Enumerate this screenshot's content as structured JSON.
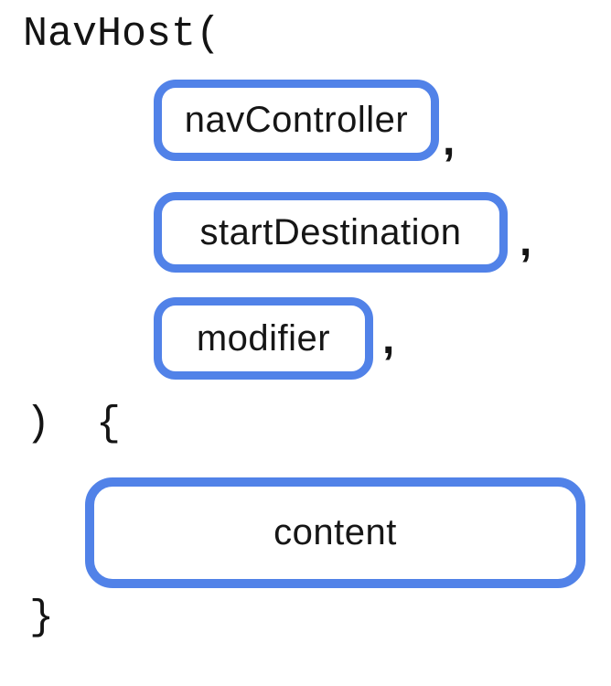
{
  "diagram": {
    "function_open": "NavHost(",
    "params": [
      {
        "label": "navController",
        "separator": ","
      },
      {
        "label": "startDestination",
        "separator": ","
      },
      {
        "label": "modifier",
        "separator": ","
      }
    ],
    "close_paren": ")",
    "open_brace": "{",
    "content": {
      "label": "content"
    },
    "close_brace": "}"
  },
  "colors": {
    "box_border": "#5182e8",
    "text": "#141414",
    "background": "#ffffff"
  }
}
